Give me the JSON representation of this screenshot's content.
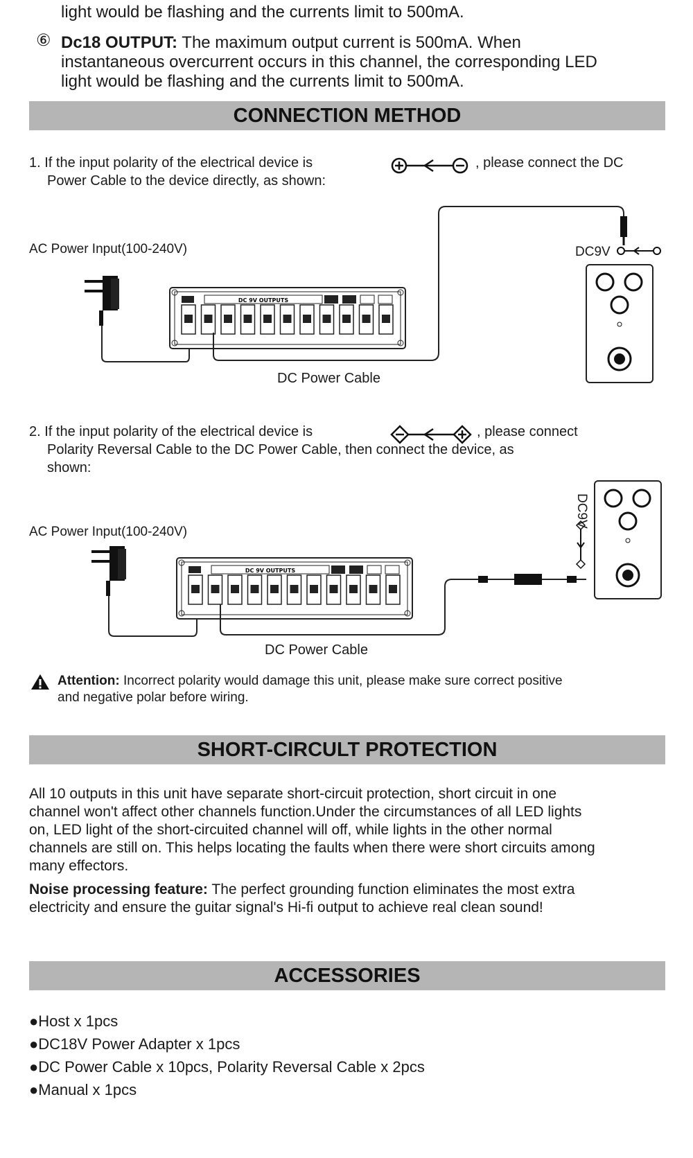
{
  "top": {
    "line_partial": "light would be flashing and the currents limit to 500mA.",
    "item_number": "⑥",
    "item_title": "Dc18 OUTPUT:",
    "item_text_1": " The maximum output current is 500mA. When",
    "item_text_2": "instantaneous overcurrent occurs in this channel, the corresponding LED",
    "item_text_3": "light would be flashing and the currents limit to 500mA."
  },
  "connection": {
    "heading": "CONNECTION METHOD",
    "step1_line1_a": "1. If the input polarity of the electrical device is",
    "step1_line1_b": ", please connect the DC",
    "step1_line2": "Power Cable to the device directly, as shown:",
    "ac_label_1": "AC Power Input(100-240V)",
    "dc_cable_label_1": "DC Power Cable",
    "dc9v_label": "DC9V",
    "panel_text": "DC 9V OUTPUTS",
    "step2_line1_a": "2. If the input polarity of the electrical device is",
    "step2_line1_b": ", please  connect",
    "step2_line2": "Polarity Reversal Cable to the DC Power Cable, then connect the device, as",
    "step2_line3": "shown:",
    "ac_label_2": "AC Power Input(100-240V)",
    "dc_cable_label_2": "DC Power Cable",
    "attention_title": "Attention:",
    "attention_text_1": " Incorrect polarity would damage this unit, please make sure correct positive",
    "attention_text_2": "and negative polar before wiring."
  },
  "short_circuit": {
    "heading": "SHORT-CIRCULT PROTECTION",
    "p1_l1": "All 10 outputs in this unit have separate short-circuit protection, short circuit in one",
    "p1_l2": "channel won't affect other channels function.Under the circumstances of all LED lights",
    "p1_l3": "on, LED light of the short-circuited channel will off, while lights in the other normal",
    "p1_l4": "channels are still on. This helps locating the faults when there were short circuits among",
    "p1_l5": "many effectors.",
    "noise_title": "Noise processing feature:",
    "noise_l1": " The perfect grounding function eliminates the most extra",
    "noise_l2": "electricity and ensure the guitar signal's Hi-fi output to achieve real clean sound!"
  },
  "accessories": {
    "heading": "ACCESSORIES",
    "items": [
      "●Host  x 1pcs",
      "●DC18V Power Adapter  x 1pcs",
      "●DC Power Cable  x 10pcs, Polarity Reversal Cable  x 2pcs",
      "●Manual  x 1pcs"
    ]
  },
  "icons": [
    "warning-triangle-icon",
    "polarity-symbol-icon",
    "power-adapter-icon",
    "pedal-icon"
  ],
  "colors": {
    "heading_bar": "#b5b5b5",
    "text": "#1a1a1a"
  }
}
